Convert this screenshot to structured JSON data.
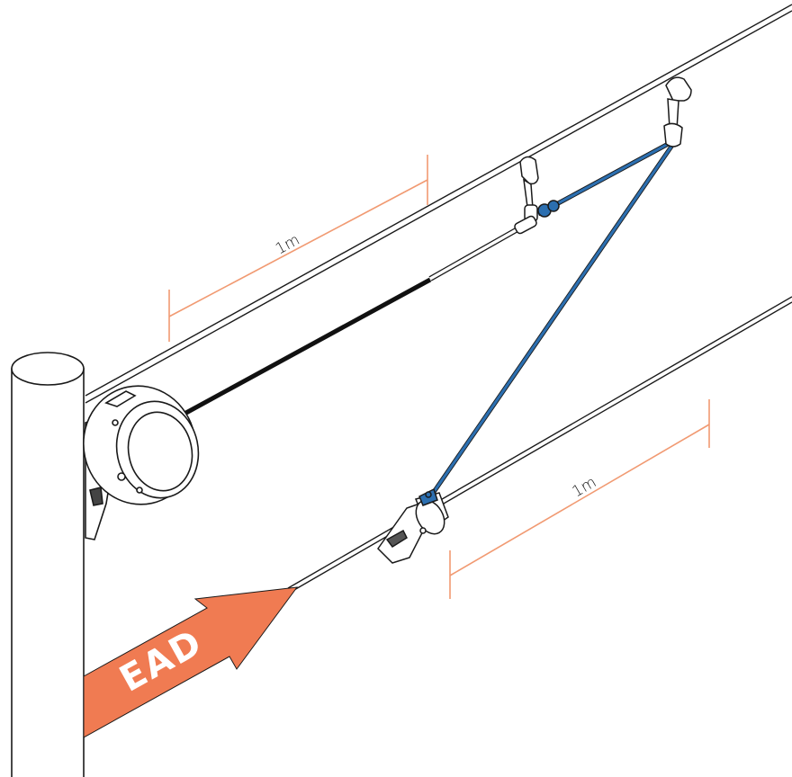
{
  "labels": {
    "upper_dimension": "1m",
    "lower_dimension": "1m",
    "arrow": "EAD"
  },
  "colors": {
    "outline": "#1a1a1a",
    "lanyard": "#2c6fb0",
    "dimension": "#f19a72",
    "arrow_fill": "#f07b52",
    "background": "#ffffff"
  },
  "icons": {
    "retractable_device": "self-retracting-lifeline-icon",
    "rope_grab": "rope-grab-icon",
    "connector": "karabiner-icon"
  }
}
